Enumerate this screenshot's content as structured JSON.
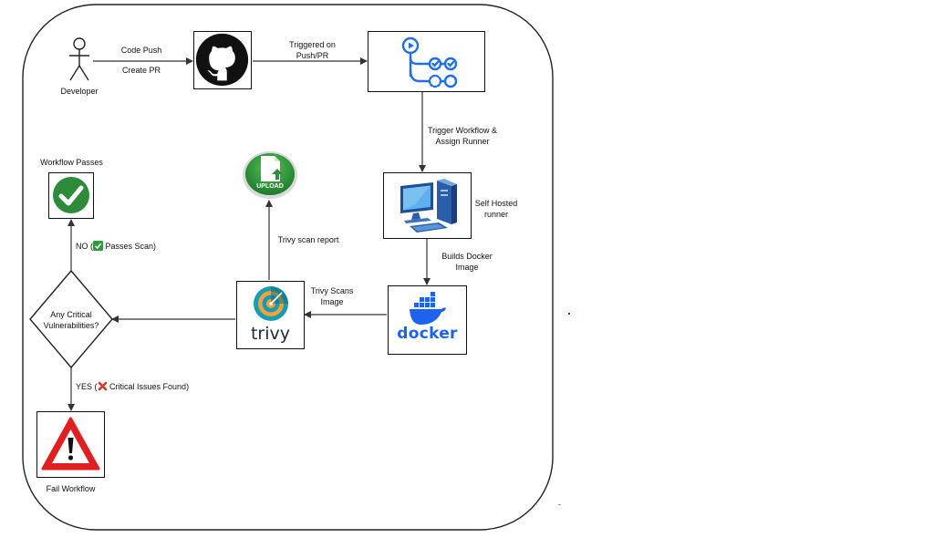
{
  "nodes": {
    "developer": "Developer",
    "workflow_passes": "Workflow Passes",
    "self_hosted_runner_line1": "Self Hosted",
    "self_hosted_runner_line2": "runner",
    "decision_line1": "Any Critical",
    "decision_line2": "Vulnerabilities?",
    "fail_workflow": "Fail Workflow",
    "upload_badge": "UPLOAD",
    "trivy_logo": "trivy",
    "docker_logo": "docker"
  },
  "edges": {
    "code_push": "Code Push",
    "create_pr": "Create PR",
    "triggered_line1": "Triggered on",
    "triggered_line2": "Push/PR",
    "trigger_workflow_line1": "Trigger Workflow &",
    "trigger_workflow_line2": "Assign Runner",
    "builds_docker_line1": "Builds Docker",
    "builds_docker_line2": "Image",
    "trivy_scans_line1": "Trivy Scans",
    "trivy_scans_line2": "Image",
    "trivy_scan_report": "Trivy scan report",
    "no_prefix": "NO (",
    "no_suffix": "Passes Scan)",
    "yes_prefix": "YES (",
    "yes_suffix": "Critical Issues Found)"
  },
  "icons": {
    "developer": "person-icon",
    "github": "github-icon",
    "actions": "github-actions-icon",
    "runner": "computer-icon",
    "docker": "docker-icon",
    "trivy": "trivy-icon",
    "upload": "upload-icon",
    "pass": "checkmark-icon",
    "fail": "warning-icon"
  },
  "colors": {
    "accent_blue": "#1f6feb",
    "docker_blue": "#1d63ed",
    "success_green": "#2e8b3a",
    "fail_red": "#e02020",
    "trivy_teal": "#1a9cb0"
  }
}
